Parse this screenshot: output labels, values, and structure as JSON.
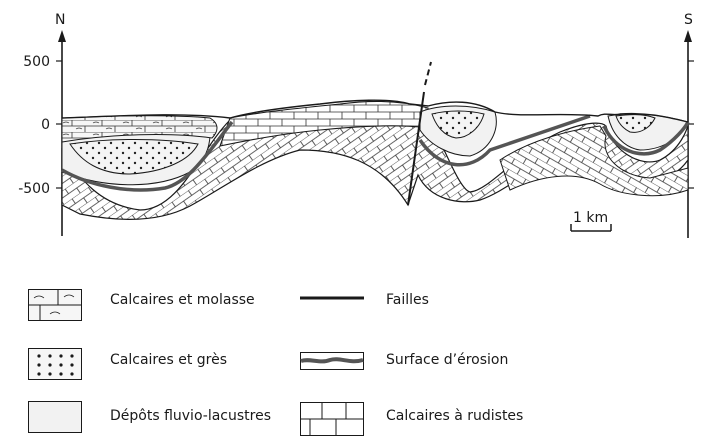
{
  "section": {
    "north_label": "N",
    "south_label": "S",
    "elevation_ticks": [
      "500",
      "0",
      "-500"
    ],
    "scale_label": "1 km"
  },
  "legend": {
    "calcaires_molasse": "Calcaires et molasse",
    "calcaires_gres": "Calcaires et grès",
    "depots_fluvio": "Dépôts fluvio-lacustres",
    "failles": "Failles",
    "surface_erosion": "Surface d’érosion",
    "calcaires_rudistes": "Calcaires à rudistes"
  },
  "colors": {
    "ink": "#1a1a1a",
    "fill_light": "#f2f2f2",
    "erosion": "#6a6a6a"
  }
}
